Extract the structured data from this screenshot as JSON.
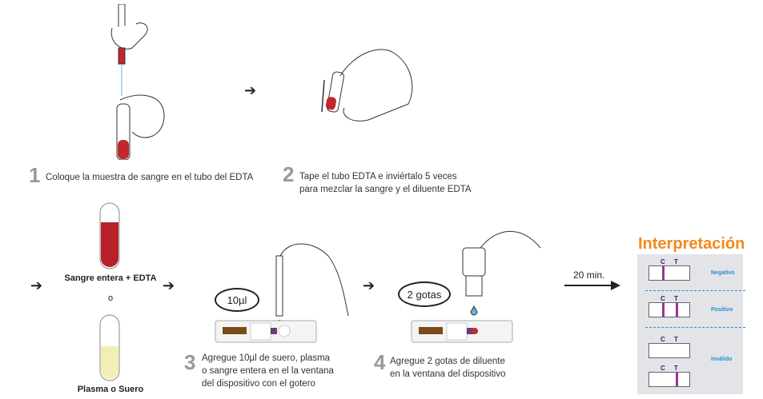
{
  "steps": [
    {
      "number": "1",
      "text": [
        "Coloque la muestra de sangre en el tubo del EDTA"
      ]
    },
    {
      "number": "2",
      "text": [
        "Tape el tubo EDTA e inviértalo 5 veces",
        "para mezclar la sangre y el diluente EDTA"
      ]
    },
    {
      "number": "3",
      "text": [
        "Agregue 10µl de suero, plasma",
        "o sangre entera en el la ventana",
        "del dispositivo con el gotero"
      ]
    },
    {
      "number": "4",
      "text": [
        "Agregue 2 gotas de diluente",
        "en la ventana del dispositivo"
      ]
    }
  ],
  "samples": {
    "whole_blood": "Sangre entera + EDTA",
    "or": "o",
    "plasma": "Plasma o Suero"
  },
  "ovals": {
    "volume": "10µl",
    "drops": "2 gotas"
  },
  "wait": "20 min.",
  "interpretation": {
    "title": "Interpretación",
    "c": "C",
    "t": "T",
    "negative": "Negativo",
    "positive": "Positivo",
    "invalid": "Inválido"
  },
  "colors": {
    "title": "#f08a1c",
    "line": "#a0338f",
    "result_text": "#2a8ccd"
  }
}
